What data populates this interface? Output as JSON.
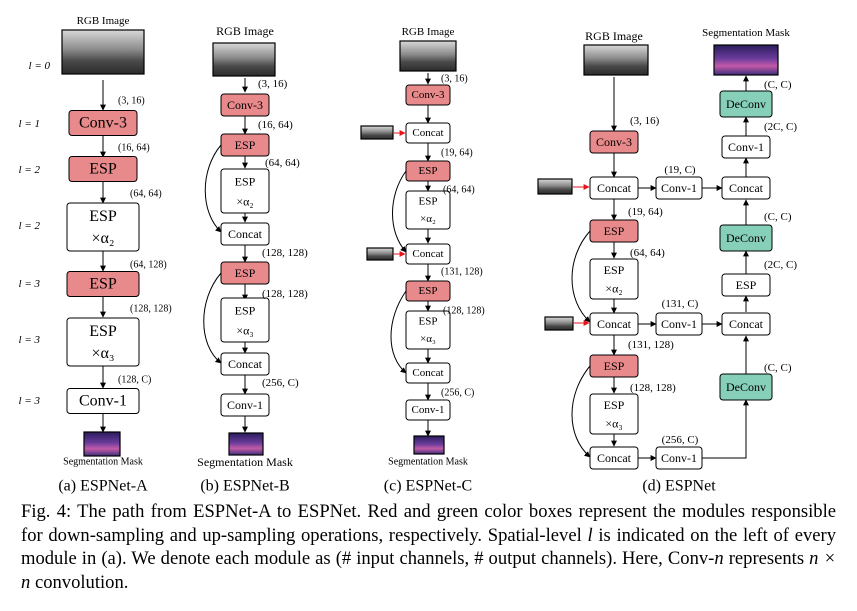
{
  "colors": {
    "down": "#e8898b",
    "up": "#86cfb8",
    "plain": "#ffffff",
    "arrow": "#000000",
    "input_arrow": "#e8141b"
  },
  "panels": {
    "a": {
      "label": "(a) ESPNet-A",
      "input_title": "RGB Image",
      "output_title": "Segmentation Mask",
      "levels": [
        "l = 0",
        "l = 1",
        "l = 2",
        "l = 2",
        "l = 3",
        "l = 3",
        "l = 3"
      ],
      "modules": [
        "Conv-3",
        "ESP",
        "ESP",
        "×α₂",
        "ESP",
        "ESP",
        "×α₃",
        "Conv-1"
      ],
      "dims": [
        "(3, 16)",
        "(16, 64)",
        "(64, 64)",
        "(64, 128)",
        "(128, 128)",
        "(128, C)"
      ]
    },
    "b": {
      "label": "(b) ESPNet-B",
      "input_title": "RGB Image",
      "output_title": "Segmentation Mask",
      "modules": [
        "Conv-3",
        "ESP",
        "ESP",
        "×α₂",
        "Concat",
        "ESP",
        "ESP",
        "×α₃",
        "Concat",
        "Conv-1"
      ],
      "dims": [
        "(3, 16)",
        "(16, 64)",
        "(64, 64)",
        "(128, 128)",
        "(128, 128)",
        "(256, C)"
      ]
    },
    "c": {
      "label": "(c) ESPNet-C",
      "input_title": "RGB Image",
      "output_title": "Segmentation Mask",
      "modules": [
        "Conv-3",
        "Concat",
        "ESP",
        "ESP",
        "×α₂",
        "Concat",
        "ESP",
        "ESP",
        "×α₃",
        "Concat",
        "Conv-1"
      ],
      "dims": [
        "(3, 16)",
        "(19, 64)",
        "(64, 64)",
        "(131, 128)",
        "(128, 128)",
        "(256, C)"
      ]
    },
    "d": {
      "label": "(d) ESPNet",
      "input_title": "RGB Image",
      "output_title": "Segmentation Mask",
      "modules": [
        "Conv-3",
        "Concat",
        "Conv-1",
        "Concat",
        "ESP",
        "ESP",
        "×α₂",
        "Concat",
        "Conv-1",
        "Concat",
        "ESP",
        "ESP",
        "×α₃",
        "Concat",
        "Conv-1",
        "DeConv",
        "Conv-1",
        "DeConv",
        "ESP",
        "DeConv"
      ],
      "dims": [
        "(3, 16)",
        "(19, C)",
        "(19, 64)",
        "(64, 64)",
        "(131, C)",
        "(131, 128)",
        "(128, 128)",
        "(256, C)",
        "(C, C)",
        "(2C, C)",
        "(C, C)",
        "(2C, C)",
        "(C, C)"
      ]
    }
  },
  "caption": {
    "p1": "Fig. 4: The path from ESPNet-A to ESPNet. Red and green color boxes represent the modules responsible for down-sampling and up-sampling operations, respectively. Spatial-level ",
    "p1_var": "l",
    "p2": " is indicated on the left of every module in (a). We denote each module as (# input channels, # output channels). Here, Conv-",
    "p2_var": "n",
    "p3": " represents ",
    "p3_expr": "n × n",
    "p4": " convolution."
  }
}
